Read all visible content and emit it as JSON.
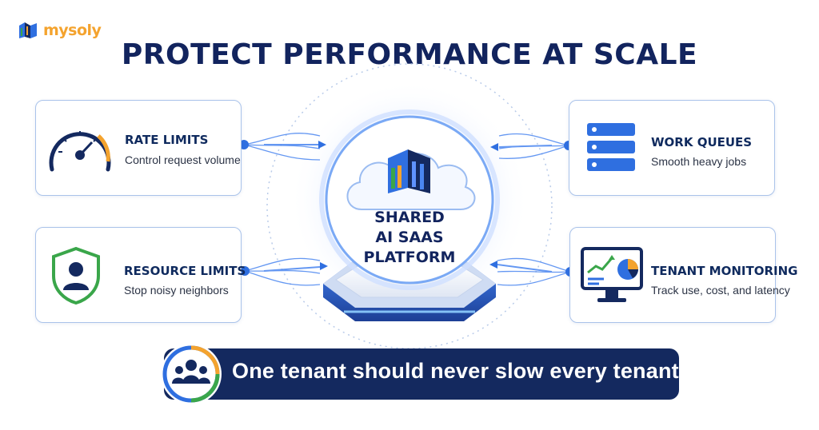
{
  "brand": {
    "name": "mysoly"
  },
  "title": "PROTECT PERFORMANCE AT SCALE",
  "center": {
    "line1": "SHARED",
    "line2": "AI SAAS",
    "line3": "PLATFORM"
  },
  "cards": {
    "rate_limits": {
      "title": "RATE LIMITS",
      "subtitle": "Control request volume",
      "icon": "speedometer-icon"
    },
    "resource_limits": {
      "title": "RESOURCE LIMITS",
      "subtitle": "Stop noisy neighbors",
      "icon": "shield-user-icon"
    },
    "work_queues": {
      "title": "WORK QUEUES",
      "subtitle": "Smooth heavy jobs",
      "icon": "stacked-queue-icon"
    },
    "tenant_monitoring": {
      "title": "TENANT MONITORING",
      "subtitle": "Track use, cost, and latency",
      "icon": "monitor-chart-icon"
    }
  },
  "banner": {
    "text": "One tenant should never slow every tenant.",
    "icon": "group-icon"
  },
  "colors": {
    "navy": "#12245e",
    "blue": "#2f6fe0",
    "orange": "#f4a32e",
    "green": "#3aa64a",
    "light_blue": "#aac3ea"
  }
}
